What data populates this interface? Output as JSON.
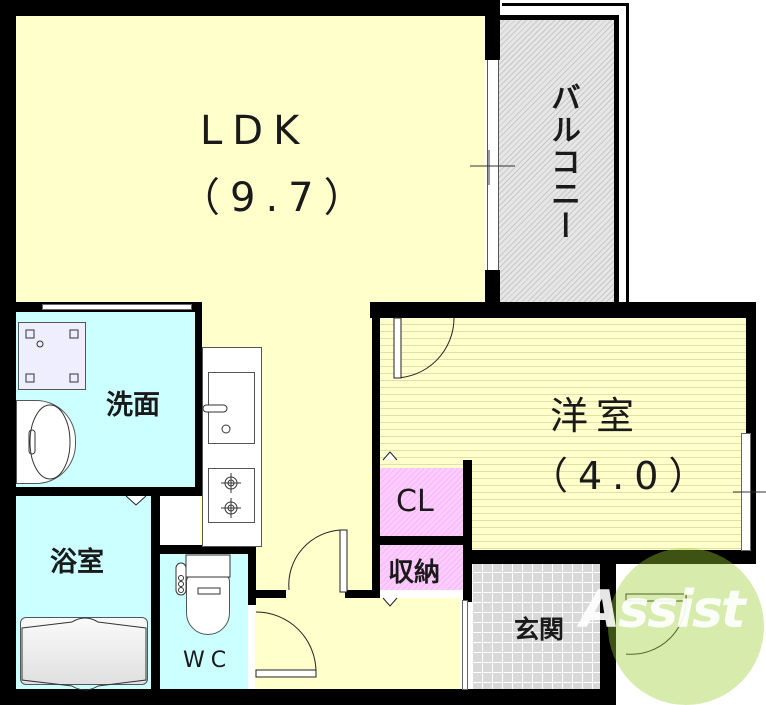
{
  "floorplan": {
    "rooms": [
      {
        "id": "ldk",
        "name": "LDK",
        "size": "（9.7）"
      },
      {
        "id": "yoshitsu",
        "name": "洋室",
        "size": "（4.0）"
      },
      {
        "id": "balcony",
        "name": "バルコニー"
      },
      {
        "id": "senmen",
        "name": "洗面"
      },
      {
        "id": "yokushitsu",
        "name": "浴室"
      },
      {
        "id": "wc",
        "name": "WC"
      },
      {
        "id": "closet",
        "name": "CL"
      },
      {
        "id": "shuno",
        "name": "収納"
      },
      {
        "id": "genkan",
        "name": "玄関"
      }
    ],
    "watermark": {
      "text": "Assist",
      "color": "#9acd32",
      "accent": "#e8606a"
    },
    "colors": {
      "wall": "#000000",
      "ldk": "#ffffcc",
      "wet_area": "#ccffff",
      "storage": "#ffccff",
      "balcony": "#e6e6e6",
      "genkan": "#d8d8d8"
    },
    "icons": [
      "washing-machine-icon",
      "washbasin-icon",
      "kitchen-sink-icon",
      "gas-stove-icon",
      "toilet-icon",
      "bathtub-icon",
      "door-swing-icon"
    ]
  }
}
